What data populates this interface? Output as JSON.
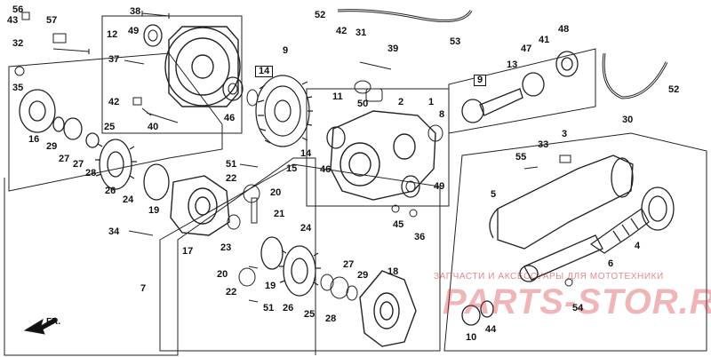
{
  "diagram": {
    "watermark_line1": "ЗАПЧАСТИ И АКСЕССУАРЫ ДЛЯ МОТОТЕХНИКИ",
    "watermark_line2": "PARTS-STOR.RU",
    "direction_label": "FR.",
    "callouts": [
      "56",
      "43",
      "57",
      "32",
      "38",
      "12",
      "49",
      "37",
      "52",
      "53",
      "42",
      "31",
      "39",
      "9",
      "14",
      "47",
      "41",
      "48",
      "13",
      "35",
      "42",
      "40",
      "46",
      "11",
      "50",
      "2",
      "1",
      "8",
      "30",
      "52",
      "9",
      "7",
      "16",
      "29",
      "27",
      "27",
      "28",
      "25",
      "26",
      "24",
      "19",
      "14",
      "46",
      "49",
      "15",
      "33",
      "55",
      "3",
      "51",
      "22",
      "20",
      "21",
      "5",
      "45",
      "36",
      "34",
      "17",
      "23",
      "24",
      "4",
      "6",
      "19",
      "20",
      "27",
      "18",
      "22",
      "51",
      "26",
      "25",
      "28",
      "29",
      "54",
      "10",
      "44"
    ],
    "boxed_callouts": [
      14,
      30
    ]
  }
}
